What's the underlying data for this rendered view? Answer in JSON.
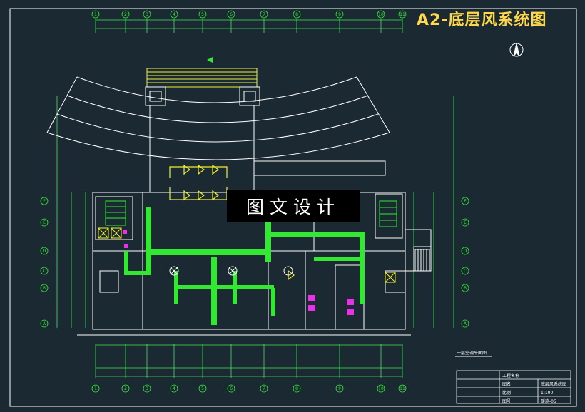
{
  "title": "A2-底层风系统图",
  "watermark": "图文设计",
  "colors": {
    "background": "#1b2a32",
    "wall": "#ffffff",
    "dimension": "#3fe65a",
    "duct": "#33e833",
    "equipment": "#f2ee33",
    "door": "#e832e8",
    "axis": "#33e833",
    "title": "#ffd84a"
  },
  "axes": {
    "columns": [
      "1",
      "2",
      "3",
      "4",
      "5",
      "6",
      "7",
      "8",
      "9",
      "10",
      "11"
    ],
    "rows": [
      "A",
      "B",
      "C",
      "D",
      "E",
      "F"
    ]
  },
  "title_block": {
    "project_label": "工程名称",
    "drawing_label": "图名",
    "drawing_name": "底层风系统图",
    "scale_label": "比例",
    "scale": "1:100",
    "number_label": "图号",
    "number": "暖施-05"
  },
  "plan_caption": "一层空调平面图"
}
